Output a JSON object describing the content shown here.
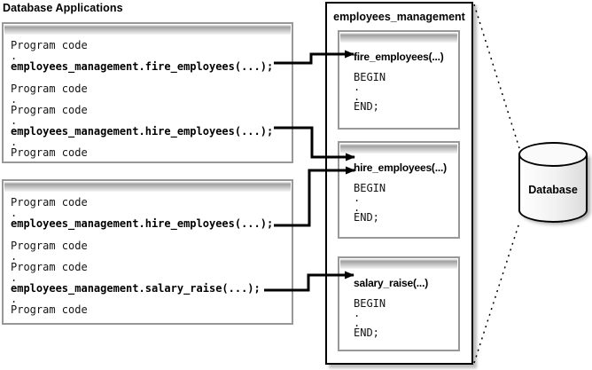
{
  "diagram": {
    "title": "Database Applications"
  },
  "app_box_1": {
    "lines": [
      "Program code",
      ".",
      "employees_management.fire_employees(...);",
      "Program code",
      ".",
      "Program code",
      ".",
      "employees_management.hire_employees(...);",
      ".",
      "Program code"
    ]
  },
  "app_box_2": {
    "lines": [
      "Program code",
      ".",
      "employees_management.hire_employees(...);",
      "Program code",
      ".",
      "Program code",
      ".",
      "employees_management.salary_raise(...);",
      ".",
      "Program code"
    ]
  },
  "package": {
    "title": "employees_management",
    "procedures": [
      {
        "title": "fire_employees(...)",
        "body": [
          "BEGIN",
          ".",
          ".",
          "END;"
        ]
      },
      {
        "title": "hire_employees(...)",
        "body": [
          "BEGIN",
          ".",
          ".",
          "END;"
        ]
      },
      {
        "title": "salary_raise(...)",
        "body": [
          "BEGIN",
          ".",
          ".",
          "END;"
        ]
      }
    ]
  },
  "database": {
    "label": "Database"
  },
  "connections": [
    {
      "from": "app_box_1 fire_employees call",
      "to": "fire_employees procedure"
    },
    {
      "from": "app_box_1 hire_employees call",
      "to": "hire_employees procedure"
    },
    {
      "from": "app_box_2 hire_employees call",
      "to": "hire_employees procedure"
    },
    {
      "from": "app_box_2 salary_raise call",
      "to": "salary_raise procedure"
    }
  ],
  "colors": {
    "box_border": "#989898",
    "package_border": "#000000",
    "arrow": "#000000",
    "header_bar_dark": "#9f9f9f",
    "header_bar_light": "#f6f6f6",
    "shadow": "#bdbdbd"
  }
}
